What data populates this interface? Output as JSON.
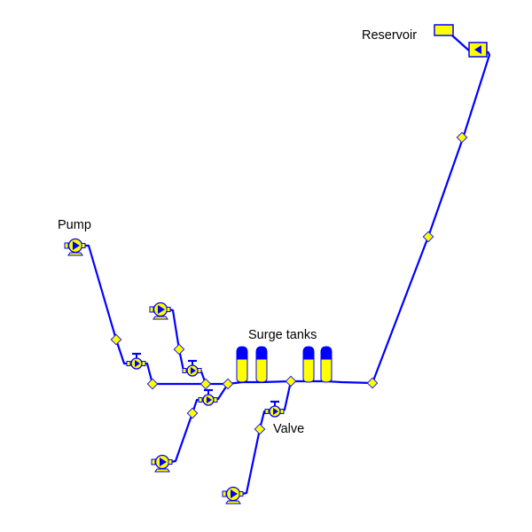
{
  "diagram": {
    "title": "Hydraulic network schematic",
    "colors": {
      "pipe": "#0000ff",
      "component_fill": "#ffff00",
      "component_outline": "#0000ff",
      "background": "#ffffff",
      "label": "#000000"
    },
    "labels": {
      "reservoir": "Reservoir",
      "pump": "Pump",
      "surge_tanks": "Surge tanks",
      "valve": "Valve"
    },
    "components": {
      "reservoirs": [
        {
          "id": "reservoir-1",
          "type": "reservoir-icon"
        }
      ],
      "inflow_boundaries": [
        {
          "id": "inflow-1",
          "type": "flow-boundary-icon"
        }
      ],
      "pumps": [
        {
          "id": "pump-1",
          "type": "pump-icon"
        },
        {
          "id": "pump-2",
          "type": "pump-icon"
        },
        {
          "id": "pump-3",
          "type": "pump-icon"
        },
        {
          "id": "pump-4",
          "type": "pump-icon"
        }
      ],
      "valves": [
        {
          "id": "valve-1",
          "type": "check-valve-icon"
        },
        {
          "id": "valve-2",
          "type": "check-valve-icon"
        },
        {
          "id": "valve-3",
          "type": "check-valve-icon"
        },
        {
          "id": "valve-4",
          "type": "check-valve-icon"
        }
      ],
      "surge_tanks": [
        {
          "id": "surge-tank-1",
          "type": "surge-tank-icon"
        },
        {
          "id": "surge-tank-2",
          "type": "surge-tank-icon"
        },
        {
          "id": "surge-tank-3",
          "type": "surge-tank-icon"
        },
        {
          "id": "surge-tank-4",
          "type": "surge-tank-icon"
        }
      ]
    }
  }
}
